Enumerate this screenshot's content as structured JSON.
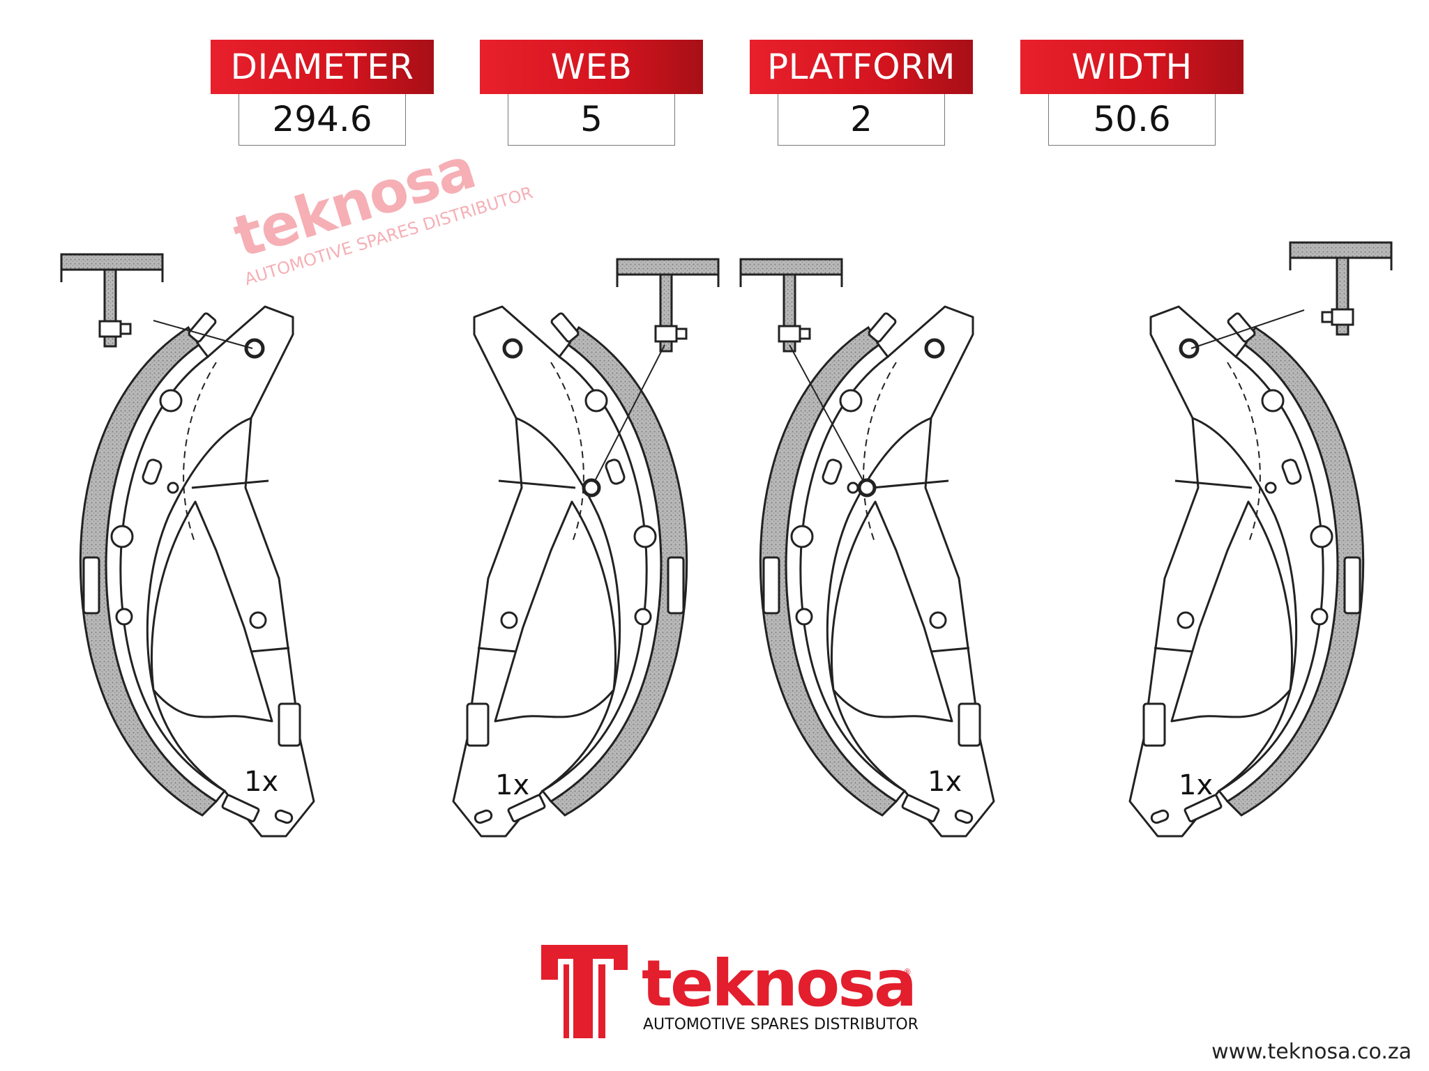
{
  "specs": [
    {
      "label": "DIAMETER",
      "value": "294.6"
    },
    {
      "label": "WEB",
      "value": "5"
    },
    {
      "label": "PLATFORM",
      "value": "2"
    },
    {
      "label": "WIDTH",
      "value": "50.6"
    }
  ],
  "shoes": [
    {
      "quantity": "1x"
    },
    {
      "quantity": "1x"
    },
    {
      "quantity": "1x"
    },
    {
      "quantity": "1x"
    }
  ],
  "brand": {
    "name": "teknosa",
    "tagline": "AUTOMOTIVE SPARES DISTRIBUTOR",
    "registered": "®",
    "website": "www.teknosa.co.za",
    "color": "#e31e2d"
  },
  "colors": {
    "header_red": "#d3141e",
    "lining_grey": "#a9a9a9",
    "outline": "#222222"
  }
}
